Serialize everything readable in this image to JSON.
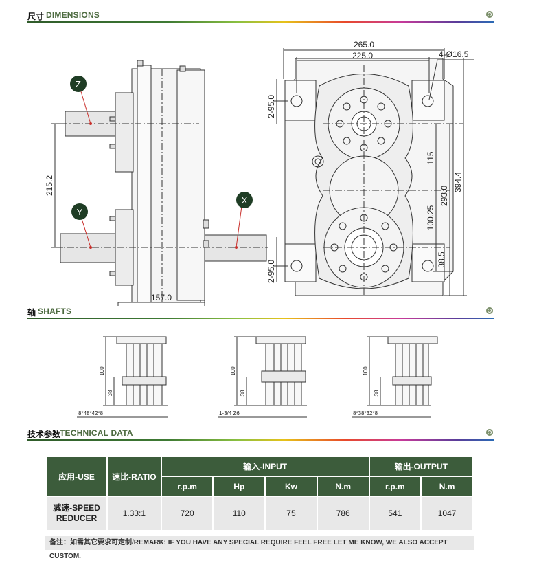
{
  "sections": {
    "dimensions": {
      "zh": "尺寸",
      "en": "DIMENSIONS"
    },
    "shafts": {
      "zh": "轴",
      "en": "SHAFTS"
    },
    "technical": {
      "zh": "技术参数",
      "en": "TECHNICAL DATA"
    }
  },
  "side_view": {
    "labels": {
      "z": "Z",
      "y": "Y",
      "x": "X"
    },
    "dims": {
      "height": "215.2",
      "width": "157.0"
    }
  },
  "front_view": {
    "dims": {
      "overall_width": "265.0",
      "bolt_width": "225.0",
      "holes": "4-Ø16.5",
      "top_offset": "2-95.0",
      "bottom_offset": "2-95.0",
      "d115": "115",
      "d293": "293.0",
      "d394": "394.4",
      "d100": "100.25",
      "d38": "38.5"
    }
  },
  "shafts": [
    {
      "height": "100",
      "inner": "38",
      "spec": "8*48*42*8"
    },
    {
      "height": "100",
      "inner": "38",
      "spec": "1-3/4 Z6"
    },
    {
      "height": "100",
      "inner": "38",
      "spec": "8*38*32*8"
    }
  ],
  "table": {
    "headers": {
      "use": "应用-USE",
      "ratio": "速比-RATIO",
      "input": "输入-INPUT",
      "output": "输出-OUTPUT"
    },
    "sub_headers": [
      "r.p.m",
      "Hp",
      "Kw",
      "N.m",
      "r.p.m",
      "N.m"
    ],
    "row": {
      "use": "减速-SPEED REDUCER",
      "ratio": "1.33:1",
      "values": [
        "720",
        "110",
        "75",
        "786",
        "541",
        "1047"
      ]
    }
  },
  "remark": "备注：如需其它要求可定制/REMARK: IF YOU HAVE ANY SPECIAL REQUIRE FEEL FREE LET ME KNOW, WE ALSO ACCEPT CUSTOM."
}
